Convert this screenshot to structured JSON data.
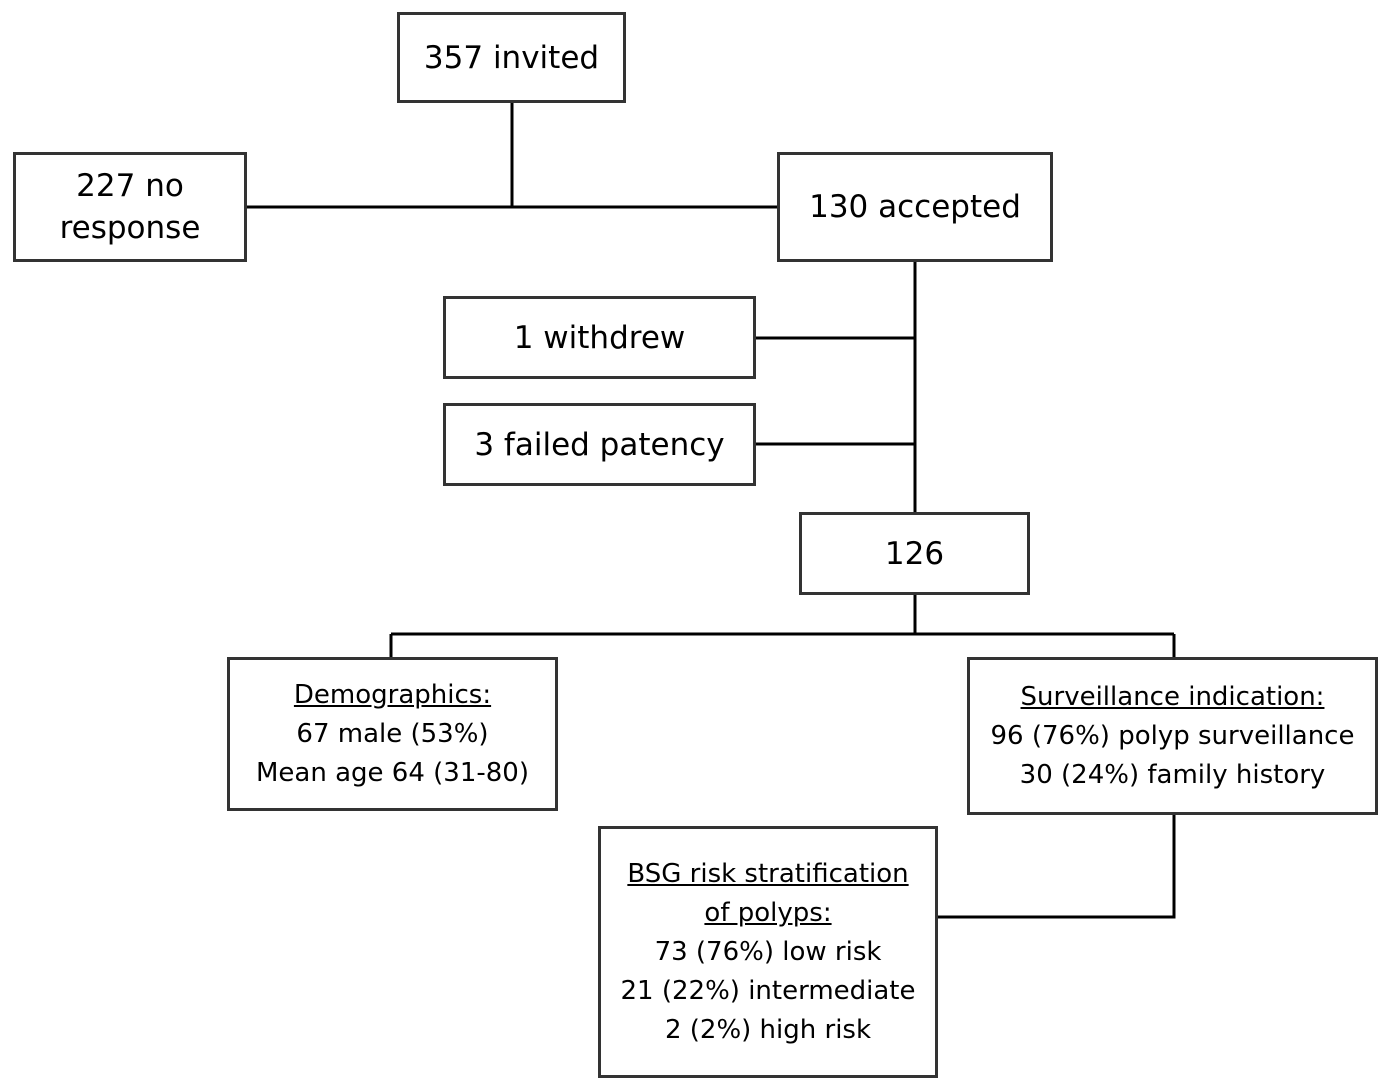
{
  "nodes": {
    "invited": "357 invited",
    "no_response": [
      "227 no",
      "response"
    ],
    "accepted": "130 accepted",
    "withdrew": "1 withdrew",
    "failed_patency": "3 failed patency",
    "total": "126",
    "demographics": {
      "heading": "Demographics:",
      "lines": [
        "67 male (53%)",
        "Mean age 64 (31-80)"
      ]
    },
    "surveillance": {
      "heading": "Surveillance indication:",
      "lines": [
        "96 (76%) polyp surveillance",
        "30 (24%) family history"
      ]
    },
    "bsg": {
      "heading": [
        "BSG risk stratification",
        "of polyps:"
      ],
      "lines": [
        "73 (76%) low risk",
        "21 (22%) intermediate",
        "2 (2%) high risk"
      ]
    }
  }
}
